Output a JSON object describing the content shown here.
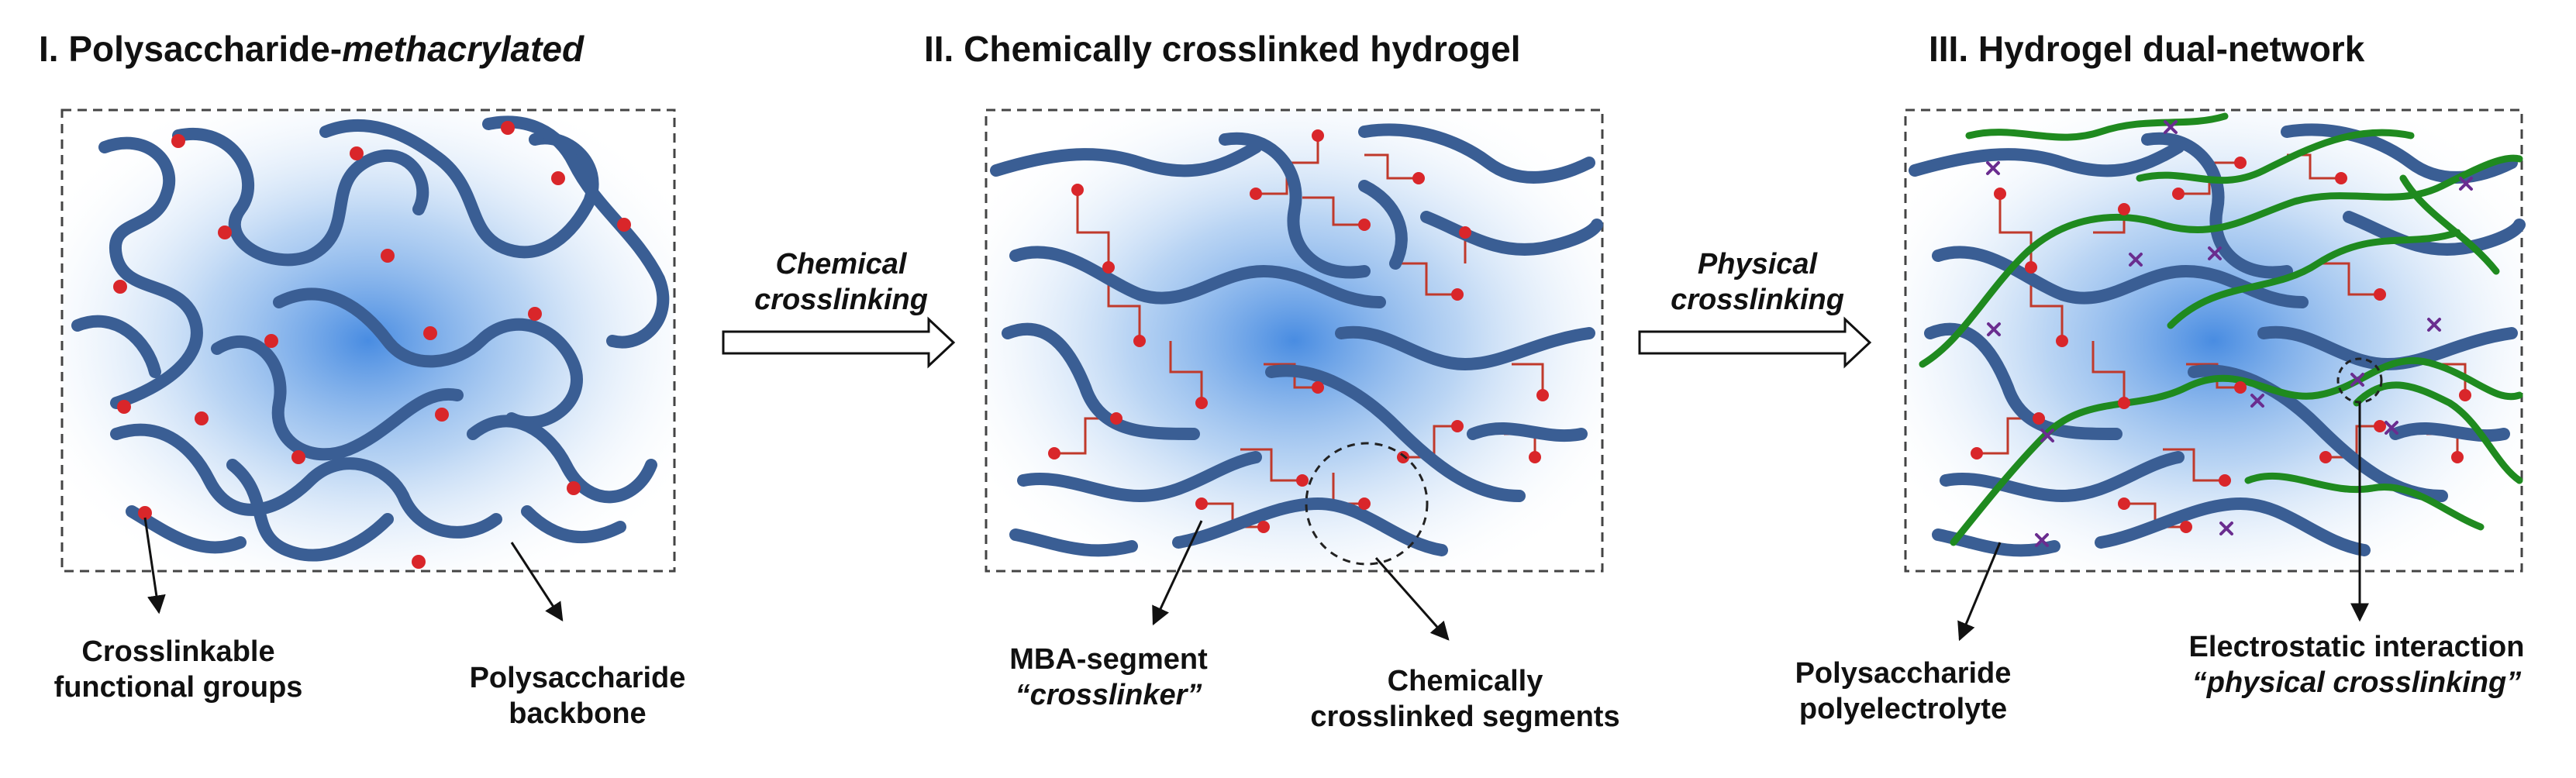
{
  "panels": [
    {
      "title_prefix": "I. Polysaccharide-",
      "title_emph": "methacrylated",
      "labels": {
        "left_line1": "Crosslinkable",
        "left_line2": "functional groups",
        "right_line1": "Polysaccharide",
        "right_line2": "backbone"
      }
    },
    {
      "title": "II. Chemically crosslinked hydrogel",
      "labels": {
        "left_line1": "MBA-segment",
        "left_line2": "“crosslinker”",
        "right_line1": "Chemically",
        "right_line2": "crosslinked segments"
      }
    },
    {
      "title": "III. Hydrogel dual-network",
      "labels": {
        "left_line1": "Polysaccharide",
        "left_line2": "polyelectrolyte",
        "right_line1": "Electrostatic interaction",
        "right_line2": "“physical crosslinking”"
      }
    }
  ],
  "arrows": [
    {
      "line1": "Chemical",
      "line2": "crosslinking"
    },
    {
      "line1": "Physical",
      "line2": "crosslinking"
    }
  ],
  "colors": {
    "backbone": "#3a5e94",
    "functional_group": "#d9262a",
    "crosslinker": "#c0392b",
    "polyelectrolyte": "#1f8a1f",
    "ionic_mark": "#6a2d8f",
    "background_glow": "#4a8de0"
  }
}
